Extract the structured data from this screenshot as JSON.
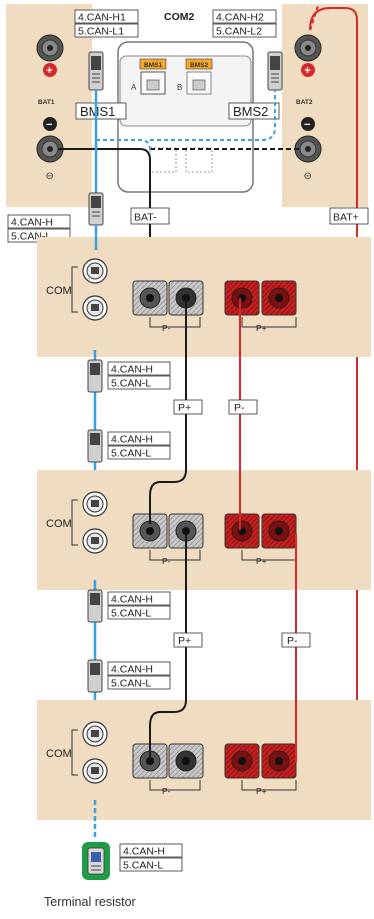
{
  "inverter": {
    "com_label": "COM2",
    "bms_port_labels": [
      "BMS1",
      "BMS2"
    ],
    "port_letters": [
      "A",
      "B"
    ],
    "bms1_tag": "BMS1",
    "bms2_tag": "BMS2",
    "can_h1": "4.CAN-H1",
    "can_l1": "5.CAN-L1",
    "can_h2": "4.CAN-H2",
    "can_l2": "5.CAN-L2",
    "bat1_label": "BAT1",
    "bat2_label": "BAT2",
    "plus_sign": "+",
    "minus_sign": "−",
    "ground_symbol": "⊖"
  },
  "cable_tags": {
    "bat_minus": "BAT-",
    "bat_plus": "BAT+",
    "p_plus": "P+",
    "p_minus": "P-"
  },
  "can_tags": {
    "can_h": "4.CAN-H",
    "can_l": "5.CAN-L"
  },
  "battery_module": {
    "com_label": "COM",
    "p_neg_label": "P-",
    "p_pos_label": "P+"
  },
  "terminal_resistor": {
    "label": "Terminal resistor"
  },
  "colors": {
    "module_bg": "#f0dcc0",
    "can_cable": "#3aa0de",
    "pos_cable": "#d42a2a",
    "neg_cable": "#1a1a1a",
    "resistor_green": "#1f9c45"
  }
}
